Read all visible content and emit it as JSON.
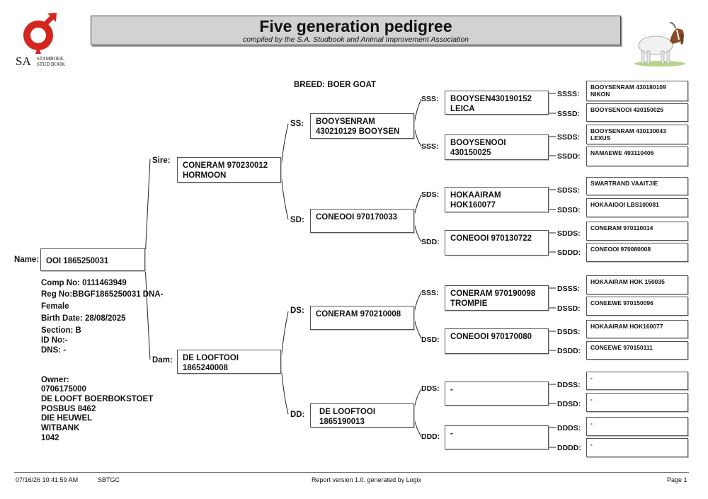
{
  "logo": {
    "letters": "SA",
    "line1": "STAMBOEK",
    "line2": "STUD BOOK"
  },
  "header": {
    "title": "Five generation pedigree",
    "subtitle": "compiled by the S.A. Studbook and Animal Improvement Association"
  },
  "breed": "BREED: BOER GOAT",
  "animal": {
    "name_label": "Name:",
    "name": "OOI 1865250031",
    "details": [
      "Comp No: 0111463949",
      "Reg No:BBGF1865250031 DNA-",
      "Female",
      "Birth Date: 28/08/2025",
      "Section: B",
      "ID No:-",
      "DNS: -"
    ],
    "owner_lines": [
      "Owner:",
      "0706175000",
      "DE LOOFT BOERBOKSTOET",
      "POSBUS 8462",
      "DIE HEUWEL",
      "WITBANK",
      "1042"
    ]
  },
  "pedigree": {
    "sire": {
      "label": "Sire:",
      "name": "CONERAM 970230012\nHORMOON"
    },
    "dam": {
      "label": "Dam:",
      "name": "DE LOOFTOOI\n1865240008"
    },
    "ss": {
      "label": "SS:",
      "name": "BOOYSENRAM\n430210129 BOOYSEN"
    },
    "sd": {
      "label": "SD:",
      "name": "CONEOOI 970170033"
    },
    "ds": {
      "label": "DS:",
      "name": "CONERAM 970210008"
    },
    "dd": {
      "label": "DD:",
      "name": "DE LOOFTOOI\n1865190013"
    },
    "sss": {
      "label": "SSS:",
      "name": "BOOYSEN430190152\nLEICA"
    },
    "ssd": {
      "label": "SSS:",
      "name": "BOOYSENOOI\n430150025"
    },
    "sds": {
      "label": "SDS:",
      "name": "HOKAAIRAM\nHOK160077"
    },
    "sdd": {
      "label": "SDD:",
      "name": "CONEOOI 970130722"
    },
    "dss": {
      "label": "SSS:",
      "name": "CONERAM 970190098\nTROMPIE"
    },
    "dsd": {
      "label": "DSD:",
      "name": "CONEOOI 970170080"
    },
    "dds": {
      "label": "DDS:",
      "name": "-"
    },
    "ddd": {
      "label": "DDD:",
      "name": "-"
    },
    "ssss": {
      "label": "SSSS:",
      "name": "BOOYSENRAM 430180109\nNIKON"
    },
    "sssd": {
      "label": "SSSD:",
      "name": "BOOYSENOOI 430150025"
    },
    "ssds": {
      "label": "SSDS:",
      "name": "BOOYSENRAM 430130043\nLEXUS"
    },
    "ssdd": {
      "label": "SSDD:",
      "name": "NAMAEWE 493110406"
    },
    "sdss": {
      "label": "SDSS:",
      "name": "SWARTRAND VAAITJIE"
    },
    "sdsd": {
      "label": "SDSD:",
      "name": "HOKAAIOOI LBS100081"
    },
    "sdds": {
      "label": "SDDS:",
      "name": "CONERAM 970110014"
    },
    "sddd": {
      "label": "SDDD:",
      "name": "CONEOOI 970080008"
    },
    "dsss": {
      "label": "DSSS:",
      "name": "HOKAAIRAM HOK 150035"
    },
    "dssd": {
      "label": "DSSD:",
      "name": "CONEEWE 970150096"
    },
    "dsds": {
      "label": "DSDS:",
      "name": "HOKAAIRAM HOK160077"
    },
    "dsdd": {
      "label": "DSDD:",
      "name": "CONEEWE 970150111"
    },
    "ddss": {
      "label": "DDSS:",
      "name": "-"
    },
    "ddsd": {
      "label": "DDSD:",
      "name": "-"
    },
    "ddds": {
      "label": "DDDS:",
      "name": "-"
    },
    "dddd": {
      "label": "DDDD:",
      "name": "-"
    }
  },
  "footer": {
    "datetime": "07/16/26 10:41:59 AM",
    "code": "SBTGC",
    "report": "Report version 1.0. generated by Logix",
    "page": "Page 1"
  },
  "colors": {
    "logo_red": "#d3261f",
    "title_bg": "#d2d2d2"
  }
}
